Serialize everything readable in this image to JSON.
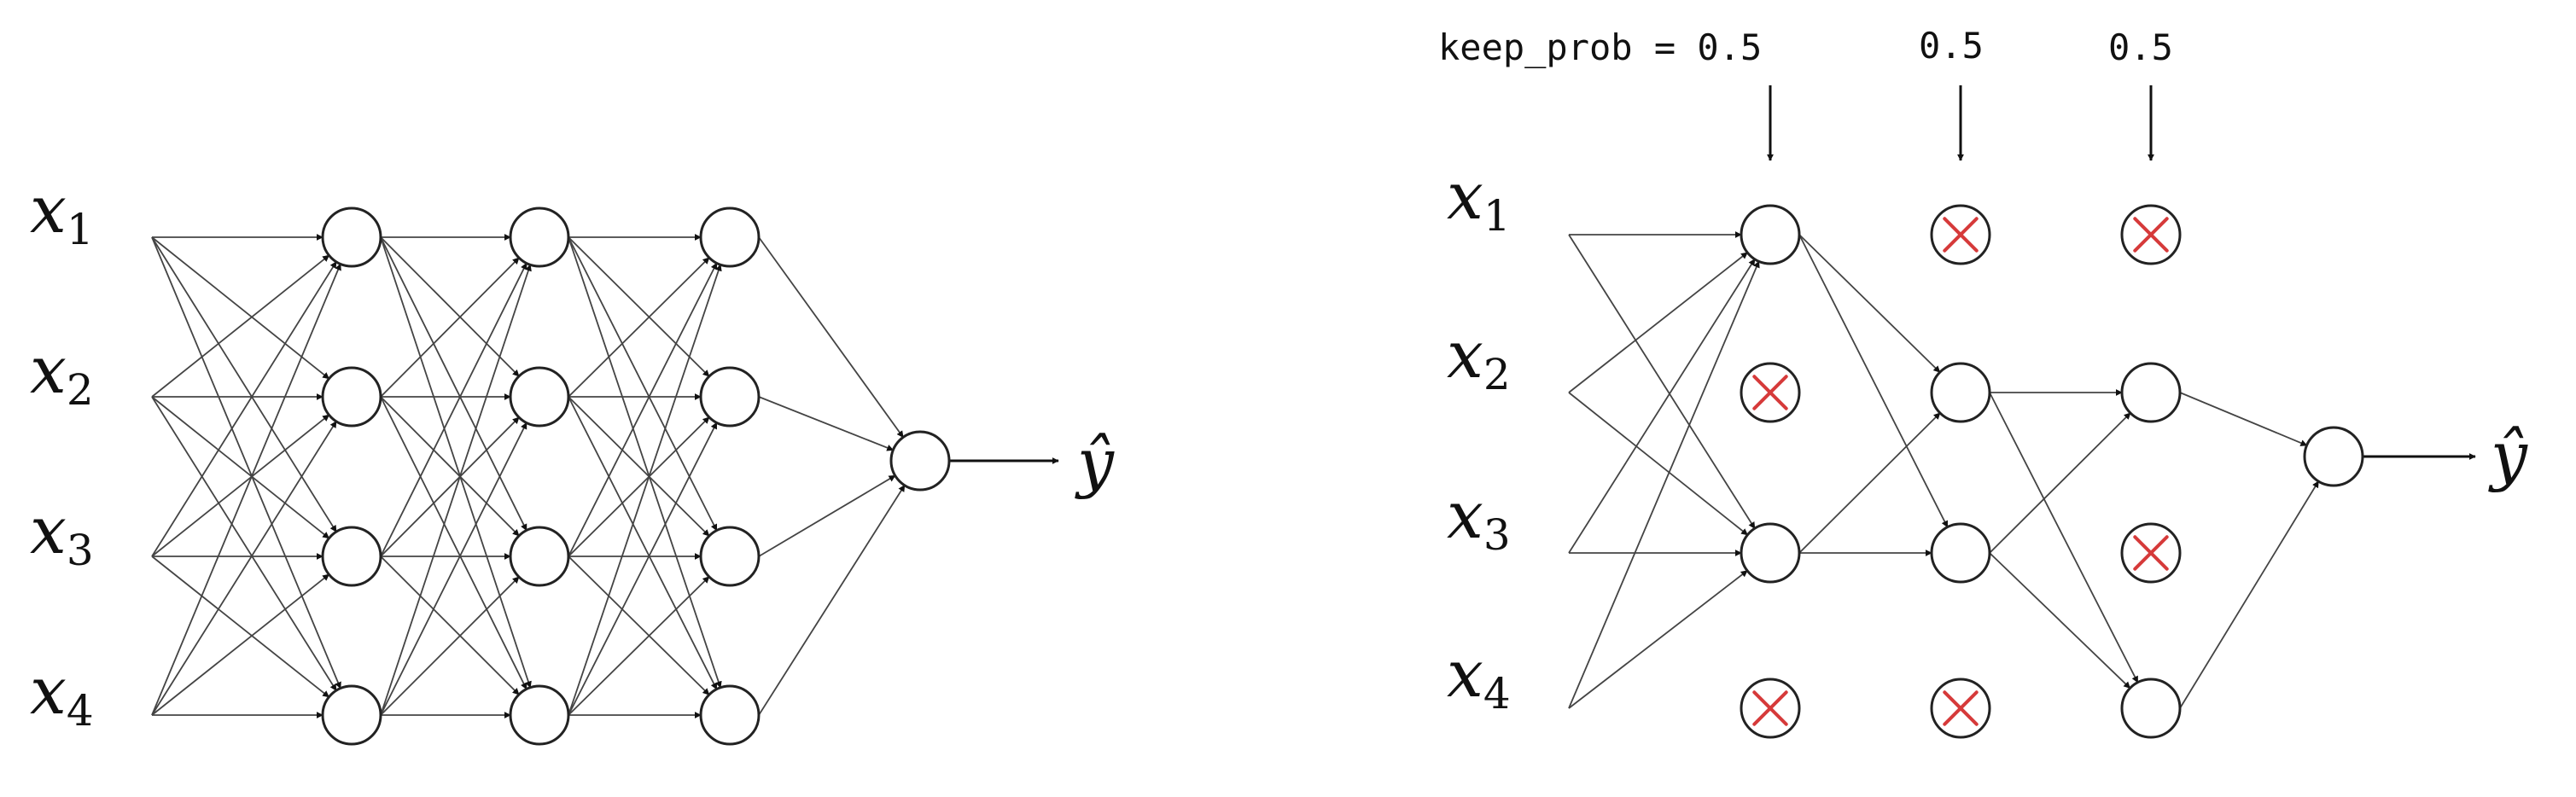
{
  "left_network": {
    "inputs": [
      {
        "sym": "x",
        "sub": "1"
      },
      {
        "sym": "x",
        "sub": "2"
      },
      {
        "sym": "x",
        "sub": "3"
      },
      {
        "sym": "x",
        "sub": "4"
      }
    ],
    "output_label": "ŷ"
  },
  "right_network": {
    "inputs": [
      {
        "sym": "x",
        "sub": "1"
      },
      {
        "sym": "x",
        "sub": "2"
      },
      {
        "sym": "x",
        "sub": "3"
      },
      {
        "sym": "x",
        "sub": "4"
      }
    ],
    "output_label": "ŷ",
    "keep_prob_labels": [
      "keep_prob = 0.5",
      "0.5",
      "0.5"
    ],
    "layers": [
      {
        "active": [
          true,
          false,
          true,
          false
        ]
      },
      {
        "active": [
          false,
          true,
          true,
          false
        ]
      },
      {
        "active": [
          false,
          true,
          false,
          true
        ]
      }
    ]
  },
  "colors": {
    "dropout_x": "#d63a3a",
    "edge": "#444444",
    "node_stroke": "#222222"
  }
}
